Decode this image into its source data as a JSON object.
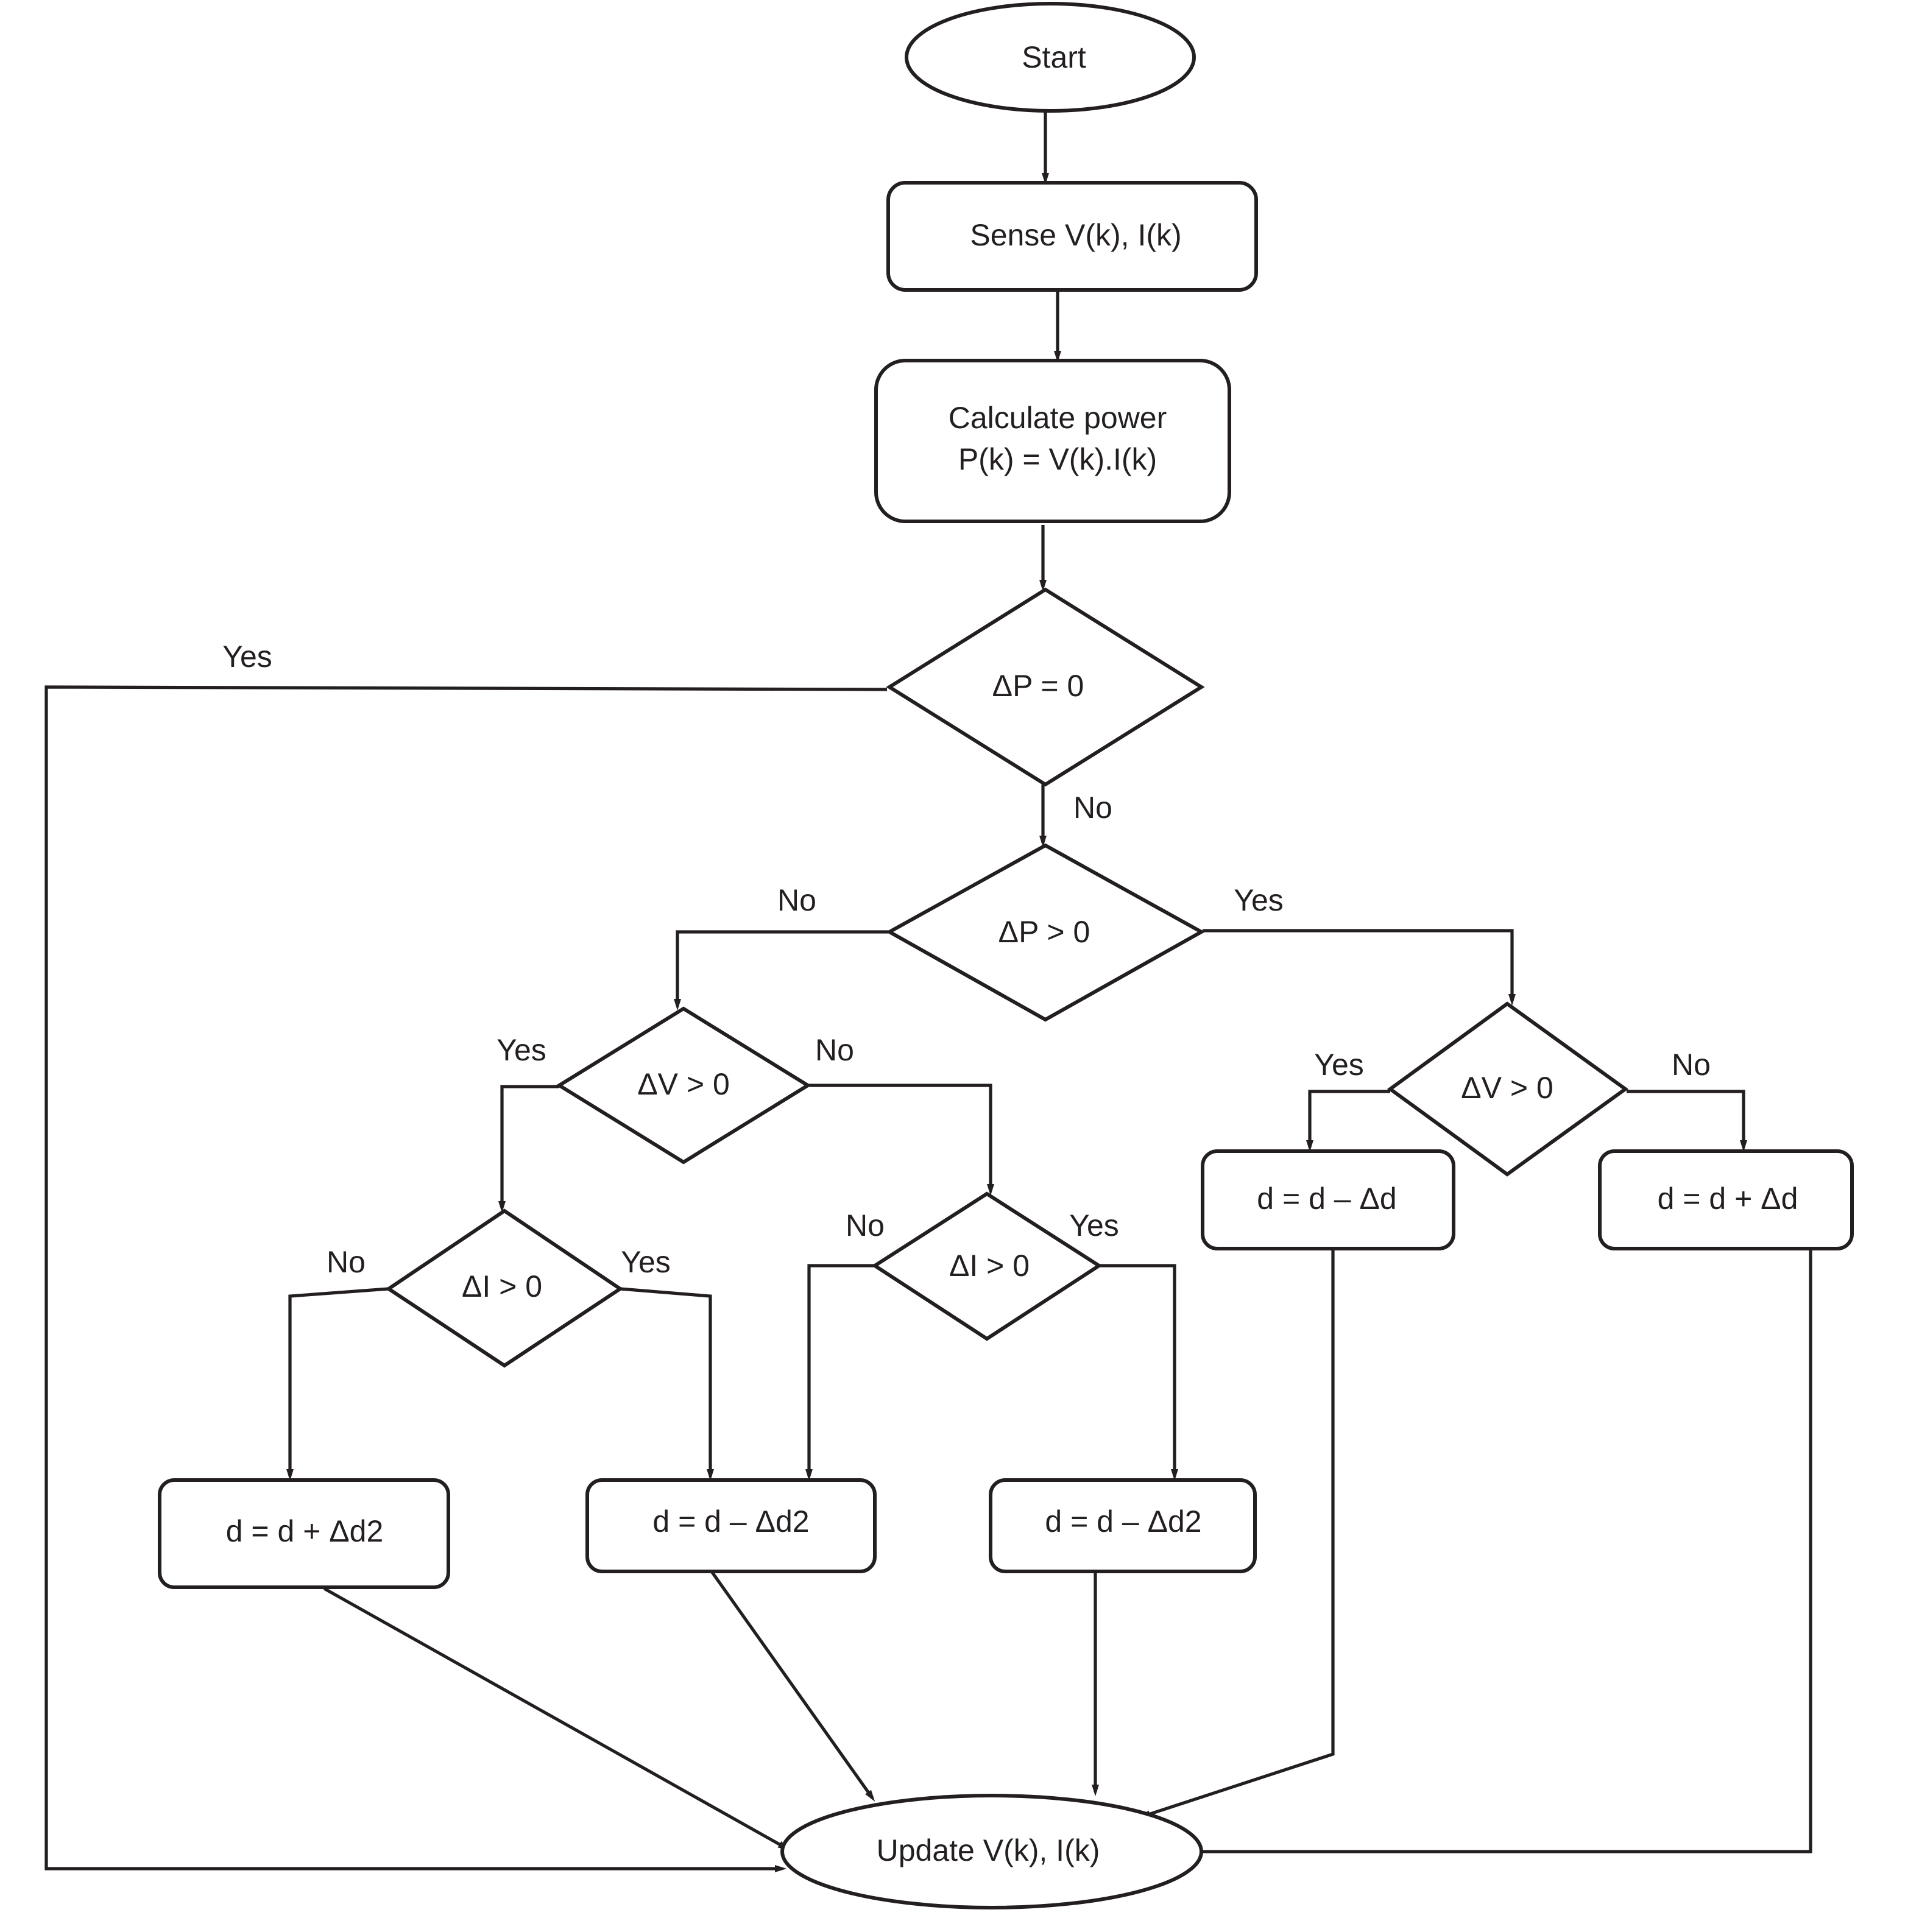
{
  "diagram": {
    "type": "flowchart",
    "colors": {
      "stroke": "#231f20",
      "background": "#ffffff"
    },
    "nodes": {
      "start": {
        "label": "Start",
        "shape": "terminal"
      },
      "sense": {
        "label": "Sense V(k), I(k)",
        "shape": "process"
      },
      "calc": {
        "line1": "Calculate power",
        "line2": "P(k) = V(k).I(k)",
        "shape": "process"
      },
      "dp_zero": {
        "label": "ΔP = 0",
        "shape": "decision"
      },
      "dp_pos": {
        "label": "ΔP > 0",
        "shape": "decision"
      },
      "dv_left": {
        "label": "ΔV > 0",
        "shape": "decision"
      },
      "dv_right": {
        "label": "ΔV > 0",
        "shape": "decision"
      },
      "di_left": {
        "label": "ΔI > 0",
        "shape": "decision"
      },
      "di_mid": {
        "label": "ΔI > 0",
        "shape": "decision"
      },
      "box_plus_d2": {
        "label": "d = d + Δd2",
        "shape": "process"
      },
      "box_minus_d2_a": {
        "label": "d = d – Δd2",
        "shape": "process"
      },
      "box_minus_d2_b": {
        "label": "d = d – Δd2",
        "shape": "process"
      },
      "box_minus_d": {
        "label": "d = d – Δd",
        "shape": "process"
      },
      "box_plus_d": {
        "label": "d = d + Δd",
        "shape": "process"
      },
      "update": {
        "label": "Update V(k), I(k)",
        "shape": "terminal"
      }
    },
    "branch_labels": {
      "dp_zero_yes": "Yes",
      "dp_zero_no": "No",
      "dp_pos_no": "No",
      "dp_pos_yes": "Yes",
      "dv_left_yes": "Yes",
      "dv_left_no": "No",
      "dv_right_yes": "Yes",
      "dv_right_no": "No",
      "di_left_no": "No",
      "di_left_yes": "Yes",
      "di_mid_no": "No",
      "di_mid_yes": "Yes"
    },
    "edges": [
      {
        "from": "start",
        "to": "sense"
      },
      {
        "from": "sense",
        "to": "calc"
      },
      {
        "from": "calc",
        "to": "dp_zero"
      },
      {
        "from": "dp_zero",
        "to": "update",
        "label": "Yes"
      },
      {
        "from": "dp_zero",
        "to": "dp_pos",
        "label": "No"
      },
      {
        "from": "dp_pos",
        "to": "dv_left",
        "label": "No"
      },
      {
        "from": "dp_pos",
        "to": "dv_right",
        "label": "Yes"
      },
      {
        "from": "dv_left",
        "to": "di_left",
        "label": "Yes"
      },
      {
        "from": "dv_left",
        "to": "di_mid",
        "label": "No"
      },
      {
        "from": "di_left",
        "to": "box_plus_d2",
        "label": "No"
      },
      {
        "from": "di_left",
        "to": "box_minus_d2_a",
        "label": "Yes"
      },
      {
        "from": "di_mid",
        "to": "box_minus_d2_a",
        "label": "No"
      },
      {
        "from": "di_mid",
        "to": "box_minus_d2_b",
        "label": "Yes"
      },
      {
        "from": "dv_right",
        "to": "box_minus_d",
        "label": "Yes"
      },
      {
        "from": "dv_right",
        "to": "box_plus_d",
        "label": "No"
      },
      {
        "from": "box_plus_d2",
        "to": "update"
      },
      {
        "from": "box_minus_d2_a",
        "to": "update"
      },
      {
        "from": "box_minus_d2_b",
        "to": "update"
      },
      {
        "from": "box_minus_d",
        "to": "update"
      },
      {
        "from": "box_plus_d",
        "to": "update"
      }
    ]
  }
}
